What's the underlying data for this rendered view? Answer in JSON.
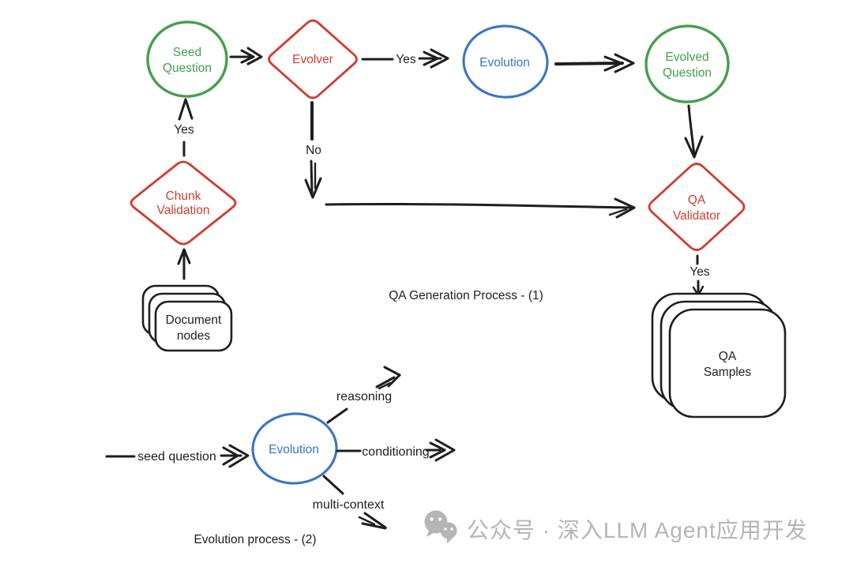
{
  "diagram": {
    "type": "hand-drawn flowchart",
    "background": "#FFFFFF"
  },
  "nodes": {
    "seed_question": {
      "lines": [
        "Seed",
        "Question"
      ],
      "shape": "circle",
      "color": "#44A04B"
    },
    "evolver": {
      "label": "Evolver",
      "shape": "diamond",
      "color": "#D23B2D"
    },
    "evolution_top": {
      "label": "Evolution",
      "shape": "circle",
      "color": "#3A75C4"
    },
    "evolved_question": {
      "lines": [
        "Evolved",
        "Question"
      ],
      "shape": "circle",
      "color": "#44A04B"
    },
    "chunk_validation": {
      "lines": [
        "Chunk",
        "Validation"
      ],
      "shape": "diamond",
      "color": "#D23B2D"
    },
    "qa_validator": {
      "lines": [
        "QA",
        "Validator"
      ],
      "shape": "diamond",
      "color": "#D23B2D"
    },
    "document_nodes": {
      "lines": [
        "Document",
        "nodes"
      ],
      "shape": "stacked-cards",
      "color": "#1E1E1E"
    },
    "qa_samples": {
      "lines": [
        "QA",
        "Samples"
      ],
      "shape": "stacked-cards",
      "color": "#1E1E1E"
    },
    "evolution_bottom": {
      "label": "Evolution",
      "shape": "circle",
      "color": "#3A75C4"
    }
  },
  "edges": {
    "chunk_to_seed_label": "Yes",
    "evolver_to_evolution_label": "Yes",
    "evolver_no_label": "No",
    "validator_to_samples_label": "Yes"
  },
  "branches": {
    "input_label": "seed question",
    "reasoning": "reasoning",
    "conditioning": "conditioning",
    "multi_context": "multi-context"
  },
  "captions": {
    "process1": "QA Generation Process - (1)",
    "process2": "Evolution process - (2)"
  },
  "watermark": {
    "icon": "wechat-icon",
    "text": "公众号 · 深入LLM Agent应用开发",
    "color": "#B5B5B5"
  },
  "colors": {
    "green": "#44A04B",
    "red": "#D23B2D",
    "blue": "#3A75C4",
    "ink": "#1E1E1E",
    "watermark_gray": "#B5B5B5",
    "background": "#FFFFFF"
  }
}
